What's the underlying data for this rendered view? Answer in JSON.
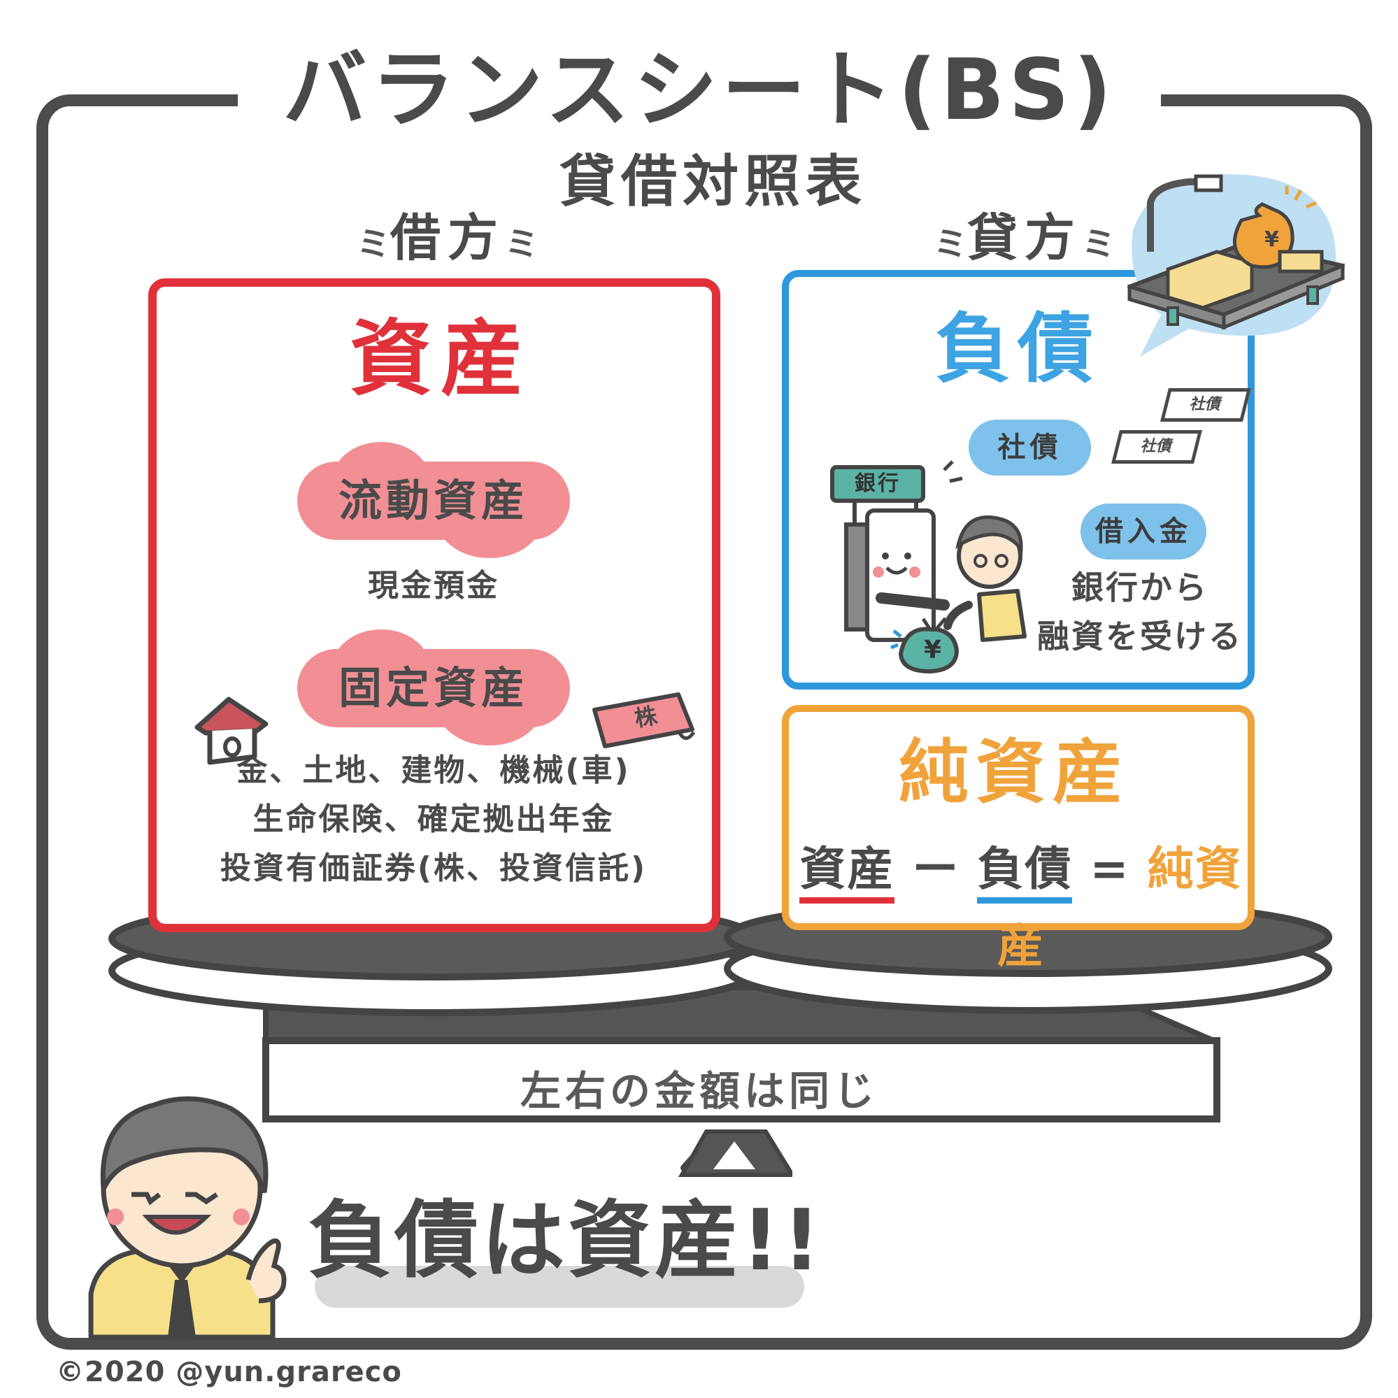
{
  "title": "バランスシート(BS)",
  "subtitle": "貸借対照表",
  "debit_label": "借方",
  "credit_label": "貸方",
  "assets": {
    "heading": "資産",
    "current": {
      "label": "流動資産",
      "items": "現金預金"
    },
    "fixed": {
      "label": "固定資産",
      "items_line1": "金、土地、建物、機械(車)",
      "items_line2": "生命保険、確定拠出年金",
      "items_line3": "投資有価証券(株、投資信託)"
    },
    "stock_tag": "株"
  },
  "liabilities": {
    "heading": "負債",
    "bonds_label": "社債",
    "bond_tag": "社債",
    "borrowing_label": "借入金",
    "borrowing_note_line1": "銀行から",
    "borrowing_note_line2": "融資を受ける",
    "bank_sign": "銀行",
    "yen_symbol": "¥"
  },
  "equity": {
    "heading": "純資産",
    "formula": {
      "assets": "資産",
      "minus": "ー",
      "liabilities": "負債",
      "equals": "=",
      "result": "純資産"
    }
  },
  "scale_caption": "左右の金額は同じ",
  "slogan": "負債は資産!!",
  "copyright": "©2020 @yun.grareco",
  "colors": {
    "assets": "#e0313a",
    "liabilities": "#2f97dc",
    "equity": "#f0a33b",
    "cloud": "#f28f95",
    "pill": "#7ec1ea"
  }
}
